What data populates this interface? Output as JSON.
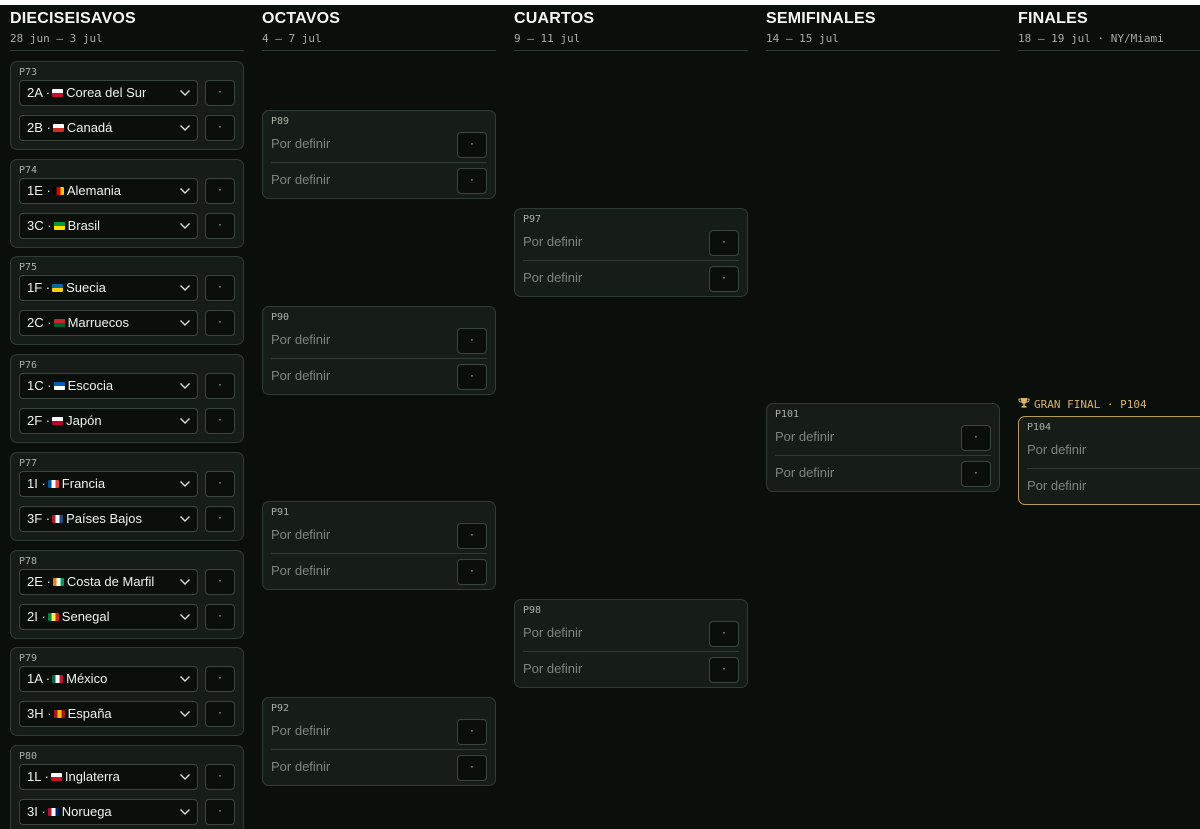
{
  "rounds": {
    "r32": {
      "title": "DIECISEISAVOS",
      "dates": "28 jun — 3 jul"
    },
    "r16": {
      "title": "OCTAVOS",
      "dates": "4 — 7 jul"
    },
    "qf": {
      "title": "CUARTOS",
      "dates": "9 — 11 jul"
    },
    "sf": {
      "title": "SEMIFINALES",
      "dates": "14 — 15 jul"
    },
    "fin": {
      "title": "FINALES",
      "dates": "18 — 19 jul · NY/Miami"
    }
  },
  "r32_matches": [
    {
      "id": "P73",
      "a": {
        "seed": "2A ·",
        "team": "Corea del Sur"
      },
      "b": {
        "seed": "2B ·",
        "team": "Canadá"
      }
    },
    {
      "id": "P74",
      "a": {
        "seed": "1E ·",
        "team": "Alemania"
      },
      "b": {
        "seed": "3C ·",
        "team": "Brasil"
      }
    },
    {
      "id": "P75",
      "a": {
        "seed": "1F ·",
        "team": "Suecia"
      },
      "b": {
        "seed": "2C ·",
        "team": "Marruecos"
      }
    },
    {
      "id": "P76",
      "a": {
        "seed": "1C ·",
        "team": "Escocia"
      },
      "b": {
        "seed": "2F ·",
        "team": "Japón"
      }
    },
    {
      "id": "P77",
      "a": {
        "seed": "1I ·",
        "team": "Francia"
      },
      "b": {
        "seed": "3F ·",
        "team": "Países Bajos"
      }
    },
    {
      "id": "P78",
      "a": {
        "seed": "2E ·",
        "team": "Costa de Marfil"
      },
      "b": {
        "seed": "2I ·",
        "team": "Senegal"
      }
    },
    {
      "id": "P79",
      "a": {
        "seed": "1A ·",
        "team": "México"
      },
      "b": {
        "seed": "3H ·",
        "team": "España"
      }
    },
    {
      "id": "P80",
      "a": {
        "seed": "1L ·",
        "team": "Inglaterra"
      },
      "b": {
        "seed": "3I ·",
        "team": "Noruega"
      }
    }
  ],
  "tbd": "Por definir",
  "score_placeholder": "·",
  "r16_matches": [
    {
      "id": "P89"
    },
    {
      "id": "P90"
    },
    {
      "id": "P91"
    },
    {
      "id": "P92"
    }
  ],
  "qf_matches": [
    {
      "id": "P97"
    },
    {
      "id": "P98"
    }
  ],
  "sf_matches": [
    {
      "id": "P101"
    }
  ],
  "final": {
    "label": "GRAN FINAL · P104",
    "id": "P104",
    "accent": "#d7b365"
  },
  "icons": {
    "select": "chevron-down-icon",
    "final": "trophy-icon",
    "team": "flag-icon"
  },
  "flag_colors": {
    "Corea del Sur": [
      "#ffffff",
      "#c8102e"
    ],
    "Canadá": [
      "#ffffff",
      "#d52b1e"
    ],
    "Alemania": [
      "#000000",
      "#dd0000",
      "#ffce00"
    ],
    "Brasil": [
      "#009c3b",
      "#ffdf00"
    ],
    "Suecia": [
      "#006aa7",
      "#fecc00"
    ],
    "Marruecos": [
      "#c1272d",
      "#006233"
    ],
    "Escocia": [
      "#005eb8",
      "#ffffff"
    ],
    "Japón": [
      "#ffffff",
      "#bc002d"
    ],
    "Francia": [
      "#0055a4",
      "#ffffff",
      "#ef4135"
    ],
    "Países Bajos": [
      "#ae1c28",
      "#ffffff",
      "#21468b"
    ],
    "Costa de Marfil": [
      "#f77f00",
      "#ffffff",
      "#009e60"
    ],
    "Senegal": [
      "#00853f",
      "#fdef42",
      "#e31b23"
    ],
    "México": [
      "#006847",
      "#ffffff",
      "#ce1126"
    ],
    "España": [
      "#aa151b",
      "#f1bf00",
      "#aa151b"
    ],
    "Inglaterra": [
      "#ffffff",
      "#ce1124"
    ],
    "Noruega": [
      "#ba0c2f",
      "#ffffff",
      "#00205b"
    ]
  }
}
